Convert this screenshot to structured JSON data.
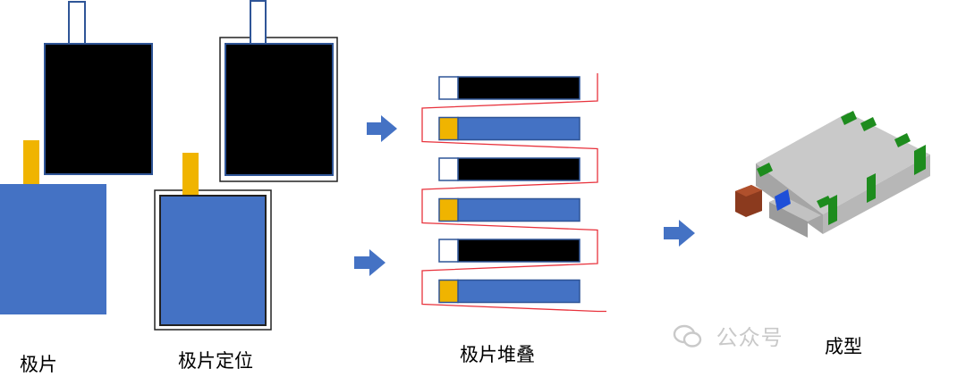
{
  "steps": [
    {
      "label": "极片"
    },
    {
      "label": "极片定位"
    },
    {
      "label": "极片堆叠"
    },
    {
      "label": "成型"
    }
  ],
  "stack_layers": [
    "cathode",
    "anode",
    "cathode",
    "anode",
    "cathode",
    "anode"
  ],
  "watermark": {
    "text": "公众号"
  },
  "colors": {
    "cathode": "#000000",
    "anode": "#4472c4",
    "tab_anode": "#f0b400",
    "tab_cathode": "#ffffff",
    "tab_outline": "#2f5597",
    "separator": "#e8323c",
    "arrow": "#4472c4",
    "frame": "#222222",
    "cell_body": "#cfcfcf",
    "cell_tape": "#1e8c1e",
    "cell_terminal": "#8b3a1e",
    "cell_marker": "#1f4fd8"
  }
}
